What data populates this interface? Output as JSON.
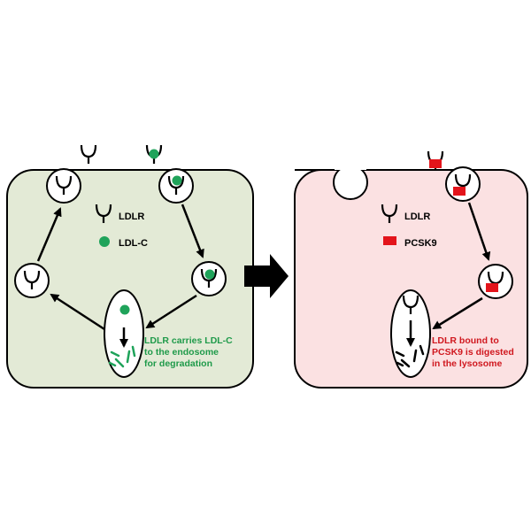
{
  "left_panel": {
    "legend_receptor": "LDLR",
    "legend_particle": "LDL-C",
    "caption_line1": "LDLR carries LDL-C",
    "caption_line2": "to the endosome",
    "caption_line3": "for degradation"
  },
  "right_panel": {
    "legend_receptor": "LDLR",
    "legend_particle": "PCSK9",
    "caption_line1": "LDLR bound to",
    "caption_line2": "PCSK9 is digested",
    "caption_line3": "in the lysosome"
  },
  "colors": {
    "left_cell_fill": "#e3ead6",
    "right_cell_fill": "#fbe1e2",
    "ldl_green": "#1fa35a",
    "pcsk9_red": "#e3141b",
    "left_caption": "#1f9a4a",
    "right_caption": "#d0181f",
    "outline": "#000000"
  }
}
